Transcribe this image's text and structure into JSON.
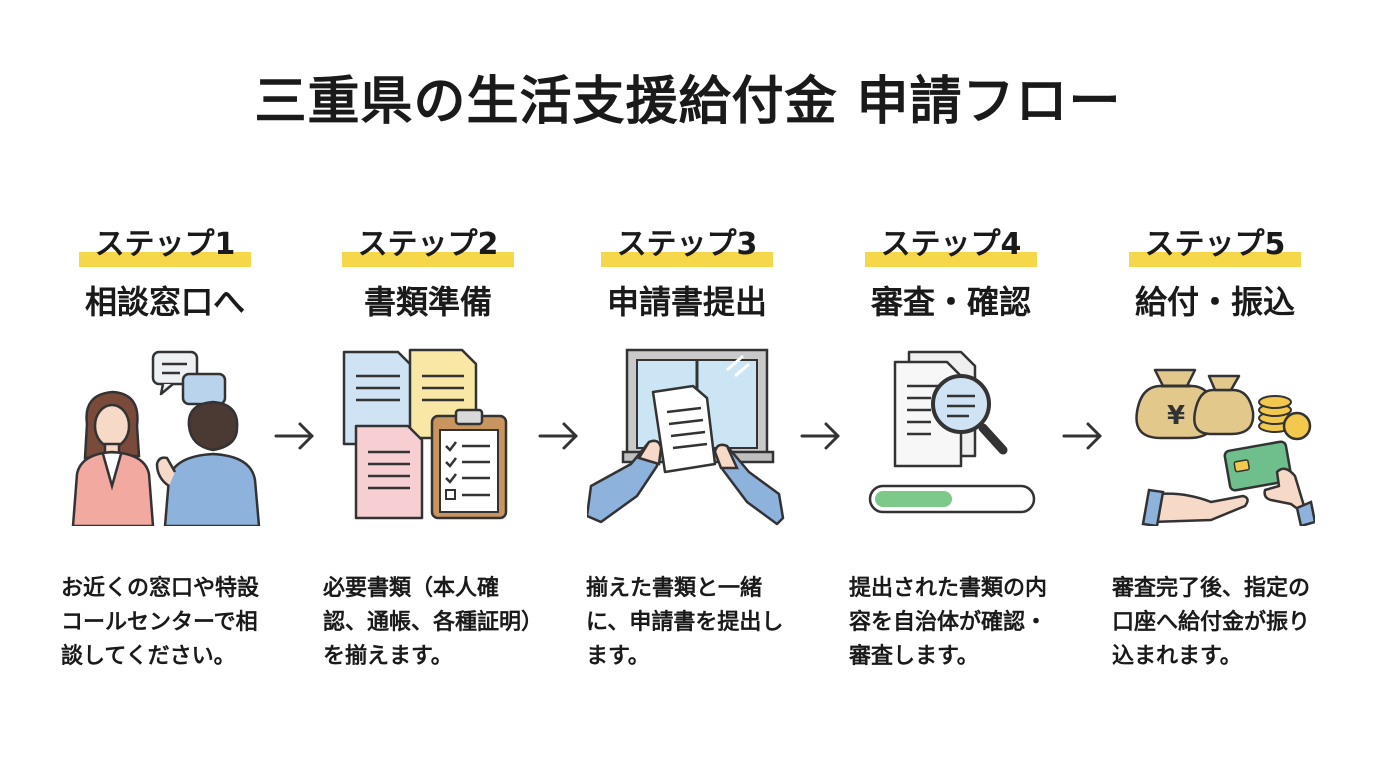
{
  "title": "三重県の生活支援給付金 申請フロー",
  "steps": [
    {
      "label": "ステップ1",
      "title": "相談窓口へ",
      "description": "お近くの窓口や特設コールセンターで相談してください。",
      "icon": "consultation-icon"
    },
    {
      "label": "ステップ2",
      "title": "書類準備",
      "description": "必要書類（本人確認、通帳、各種証明）を揃えます。",
      "icon": "documents-checklist-icon"
    },
    {
      "label": "ステップ3",
      "title": "申請書提出",
      "description": "揃えた書類と一緒に、申請書を提出します。",
      "icon": "submit-document-icon"
    },
    {
      "label": "ステップ4",
      "title": "審査・確認",
      "description": "提出された書類の内容を自治体が確認・審査します。",
      "icon": "review-magnifier-icon"
    },
    {
      "label": "ステップ5",
      "title": "給付・振込",
      "description": "審査完了後、指定の口座へ給付金が振り込まれます。",
      "icon": "payment-transfer-icon"
    }
  ],
  "review_progress": 0.5,
  "colors": {
    "highlight": "#f7d74a",
    "progress": "#7dc98a",
    "arrow": "#333333"
  }
}
